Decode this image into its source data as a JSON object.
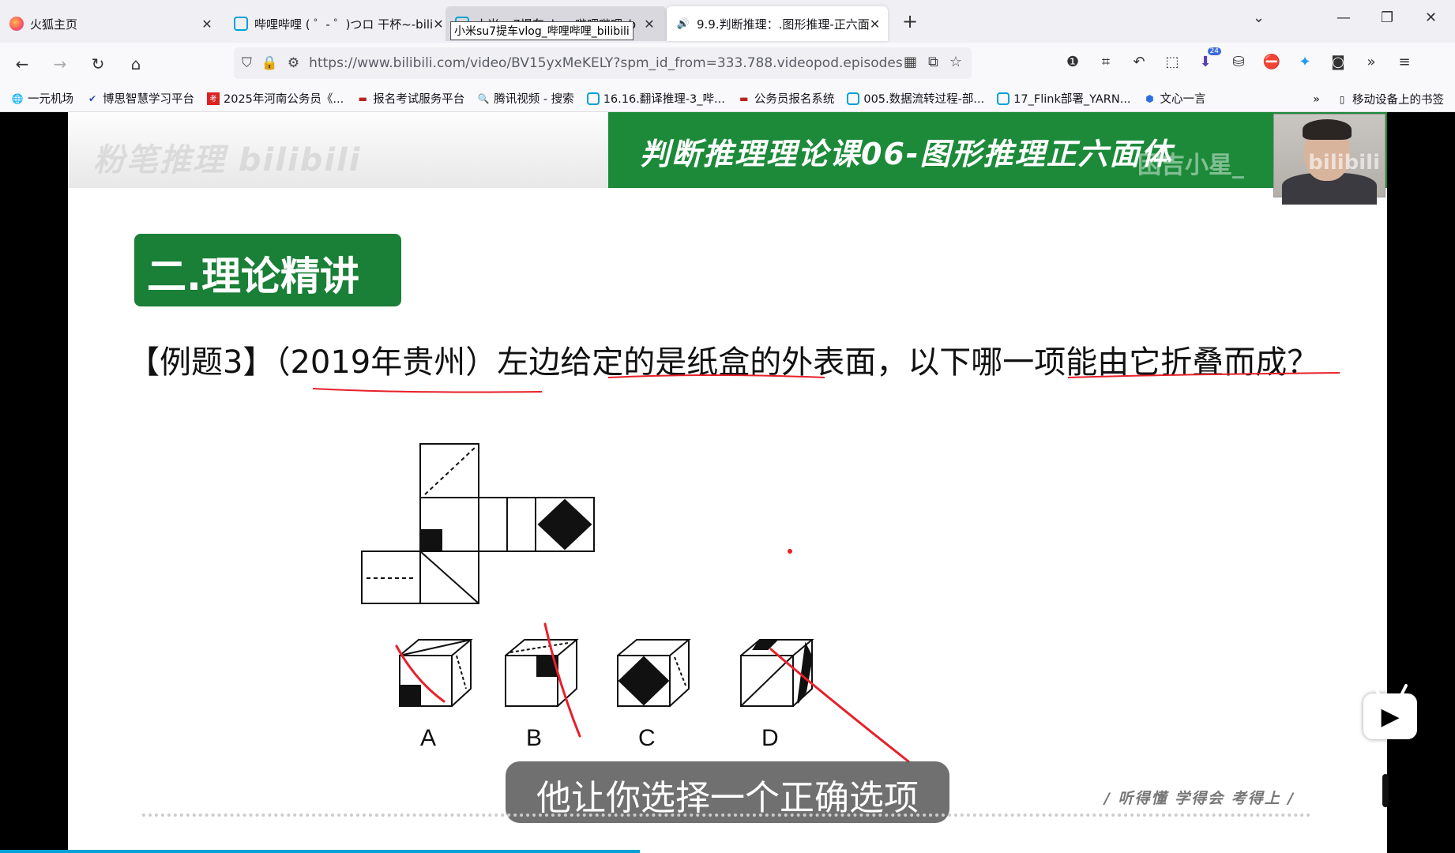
{
  "tabs": [
    {
      "title": "火狐主页",
      "icon": "firefox-icon",
      "active": false
    },
    {
      "title": "哔哩哔哩 ( ゜- ゜)つロ 干杯~-bili",
      "icon": "bilibili-icon",
      "active": false
    },
    {
      "title": "小米su7提车vlog_哔哩哔哩_b",
      "icon": "bilibili-icon",
      "active": false
    },
    {
      "title": "9.9.判断推理：.图形推理-正六面",
      "icon": "speaker-icon",
      "active": true
    }
  ],
  "tab_tooltip": "小米su7提车vlog_哔哩哔哩_bilibili",
  "url": "https://www.bilibili.com/video/BV15yxMeKELY?spm_id_from=333.788.videopod.episodes",
  "extension_badge": "24",
  "bookmarks": [
    {
      "label": "一元机场",
      "icon": "globe-icon"
    },
    {
      "label": "博思智慧学习平台",
      "icon": "bosi-icon"
    },
    {
      "label": "2025年河南公务员《...",
      "icon": "exam-icon"
    },
    {
      "label": "报名考试服务平台",
      "icon": "register-icon"
    },
    {
      "label": "腾讯视频 - 搜索",
      "icon": "search-icon"
    },
    {
      "label": "16.16.翻译推理-3_哔...",
      "icon": "bilibili-icon"
    },
    {
      "label": "公务员报名系统",
      "icon": "register-icon"
    },
    {
      "label": "005.数据流转过程-部...",
      "icon": "bilibili-icon"
    },
    {
      "label": "17_Flink部署_YARN...",
      "icon": "bilibili-icon"
    },
    {
      "label": "文心一言",
      "icon": "wenxin-icon"
    }
  ],
  "bookmarks_more": "»",
  "mobile_bookmarks": "移动设备上的书签",
  "slide": {
    "header_watermark": "粉笔推理 bilibili",
    "banner_title": "判断推理理论课06-图形推理正六面体",
    "banner_watermark": "困吉小星_",
    "webcam_watermark": "bilibili",
    "section_tag": "二.理论精讲",
    "question": "【例题3】（2019年贵州）左边给定的是纸盒的外表面，以下哪一项能由它折叠而成？",
    "options": [
      "A",
      "B",
      "C",
      "D"
    ],
    "subtitle": "他让你选择一个正确选项",
    "slogan": "/ 听得懂  学得会  考得上 /"
  },
  "player": {
    "progress": 0.44
  },
  "colors": {
    "banner_green": "#1d8a3a",
    "tag_green": "#1a7f37",
    "annotation_red": "#e8202a",
    "progress_blue": "#00a1d6"
  }
}
